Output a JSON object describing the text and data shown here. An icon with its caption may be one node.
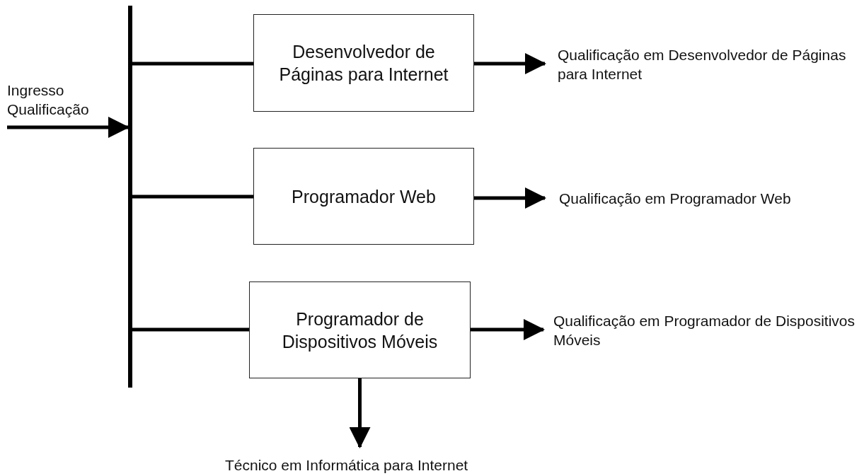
{
  "diagram": {
    "nodes": [
      {
        "text": [
          "Ingresso Qualificação"
        ]
      },
      {
        "text": [],
        "shape": "bar"
      },
      {
        "text": [
          "Desenvolvedor de Páginas para Internet"
        ]
      },
      {
        "text": [
          "Programador Web"
        ]
      },
      {
        "text": [
          "Programador de Dispositivos Móveis"
        ]
      },
      {
        "text": [
          "Qualificação em Desenvolvedor de Páginas para Internet"
        ]
      },
      {
        "text": [
          "Qualificação em Programador Web"
        ]
      },
      {
        "text": [
          "Qualificação em Programador de Dispositivos Móveis"
        ]
      },
      {
        "text": [
          "Técnico em Informática para Internet"
        ]
      }
    ],
    "edges": [
      {
        "from": 0,
        "to": 1,
        "arrow": "to"
      },
      {
        "from": 1,
        "to": 2,
        "arrow": "none"
      },
      {
        "from": 1,
        "to": 3,
        "arrow": "none"
      },
      {
        "from": 1,
        "to": 4,
        "arrow": "none"
      },
      {
        "from": 2,
        "to": 5,
        "arrow": "to"
      },
      {
        "from": 3,
        "to": 6,
        "arrow": "to"
      },
      {
        "from": 4,
        "to": 7,
        "arrow": "to"
      },
      {
        "from": 4,
        "to": 8,
        "arrow": "to"
      }
    ]
  }
}
